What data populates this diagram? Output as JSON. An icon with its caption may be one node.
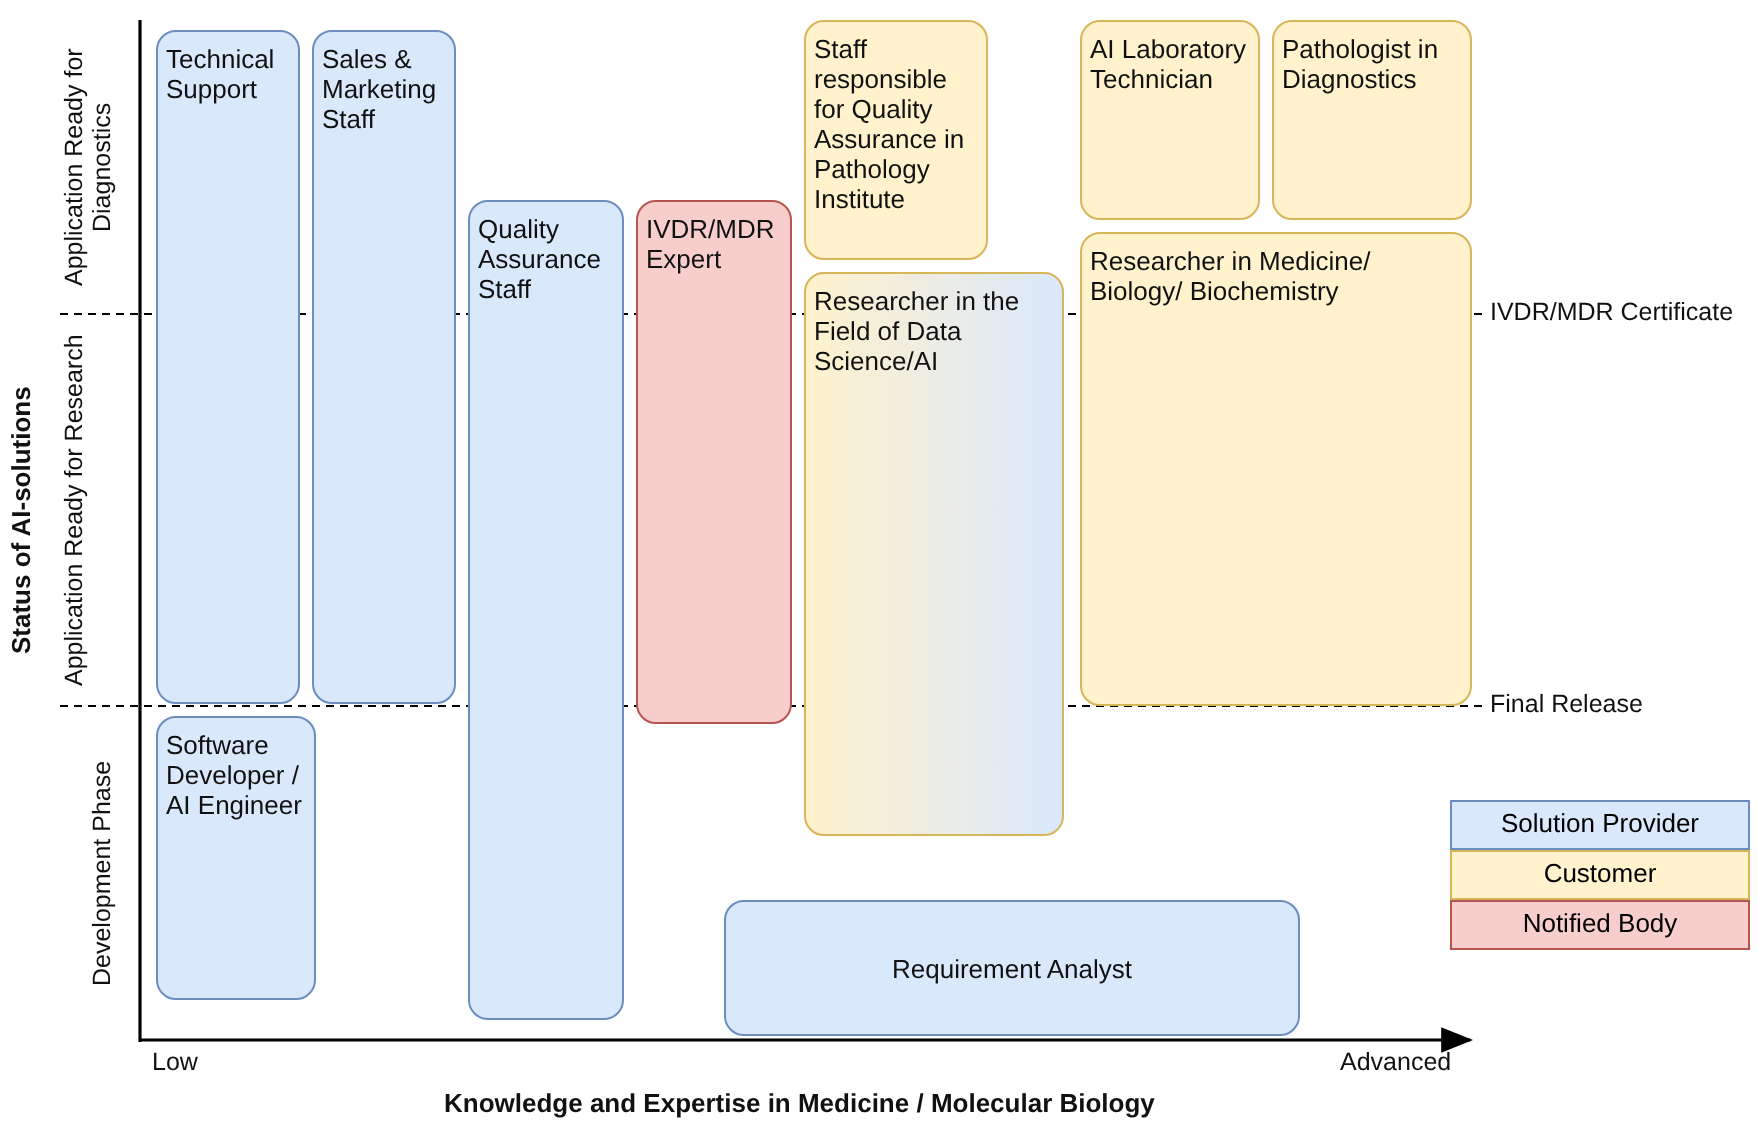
{
  "diagram": {
    "nodes": [
      {
        "text": [
          "Technical Support"
        ]
      },
      {
        "text": [
          "Sales & Marketing Staff"
        ]
      },
      {
        "text": [
          "Quality Assurance Staff"
        ]
      },
      {
        "text": [
          "IVDR/MDR Expert"
        ]
      },
      {
        "text": [
          "Staff responsible for Quality Assurance in Pathology Institute"
        ]
      },
      {
        "text": [
          "AI Laboratory Technician"
        ]
      },
      {
        "text": [
          "Pathologist in Diagnostics"
        ]
      },
      {
        "text": [
          "Researcher in the Field of Data Science/AI"
        ]
      },
      {
        "text": [
          "Researcher in Medicine/ Biology/ Biochemistry"
        ]
      },
      {
        "text": [
          "Software Developer / AI Engineer"
        ]
      },
      {
        "text": [
          "Requirement Analyst"
        ]
      }
    ],
    "edges": [],
    "labels": [
      "Status of AI-solutions",
      "Application Ready for Diagnostics",
      "Application Ready for Research",
      "Development Phase",
      "IVDR/MDR Certificate",
      "Final Release",
      "Low",
      "Advanced",
      "Knowledge and Expertise in Medicine / Molecular Biology"
    ],
    "legend": [
      {
        "text": "Solution Provider",
        "color": "#dae8fc"
      },
      {
        "text": "Customer",
        "color": "#fff2cc"
      },
      {
        "text": "Notified Body",
        "color": "#f8cecc"
      }
    ]
  }
}
